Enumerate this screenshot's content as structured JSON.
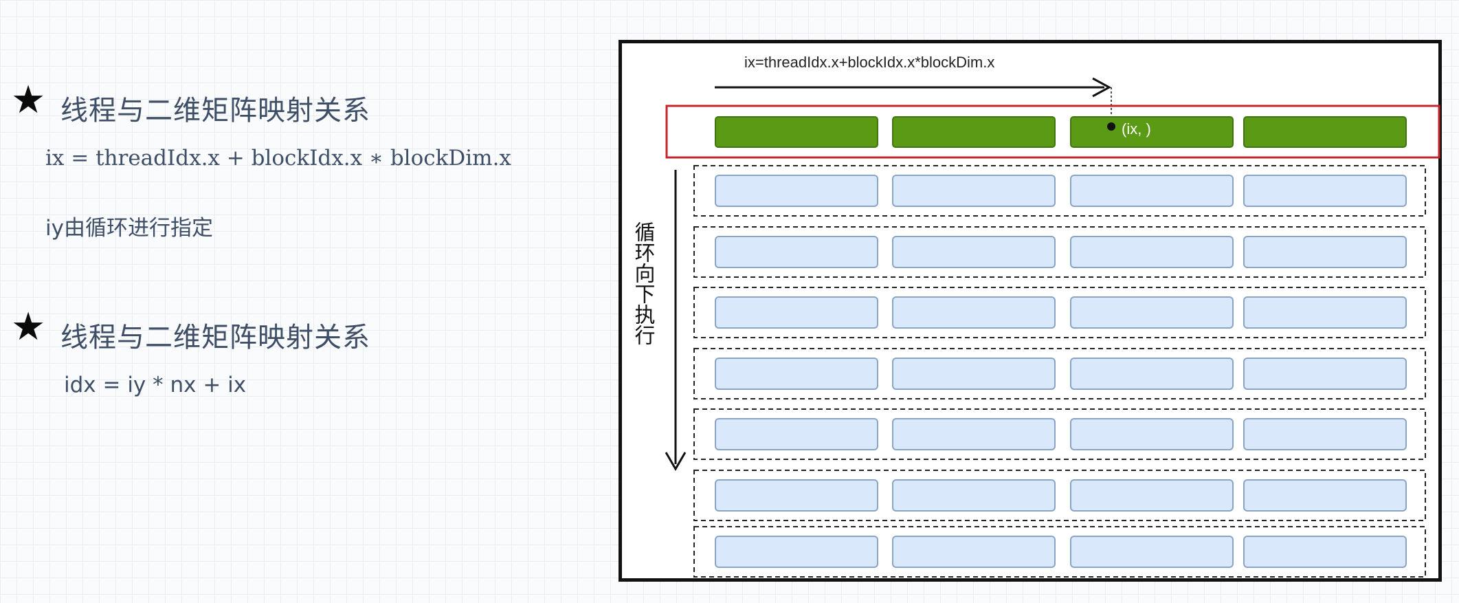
{
  "section1": {
    "star": "★",
    "heading": "线程与二维矩阵映射关系",
    "formula": "ix = threadIdx.x + blockIdx.x ∗ blockDim.x",
    "note": "iy由循环进行指定"
  },
  "section2": {
    "star": "★",
    "heading": "线程与二维矩阵映射关系",
    "formula": "idx = iy * nx + ix"
  },
  "diagram": {
    "top_label": "ix=threadIdx.x+blockIdx.x*blockDim.x",
    "point_label": "(ix, )",
    "side_label": "循环向下执行",
    "colors": {
      "active_cell": "#5a9a15",
      "active_cell_border": "#3f7410",
      "cell": "#d9e8fb",
      "cell_border": "#8aa4c6",
      "highlight_border": "#c0262c",
      "arrow": "#111111"
    }
  }
}
